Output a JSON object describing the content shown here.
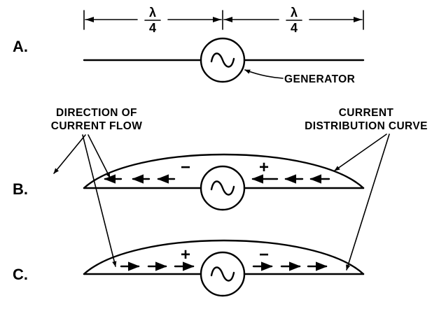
{
  "labels": {
    "part_a": "A.",
    "part_b": "B.",
    "part_c": "C.",
    "lambda_over_4_left": {
      "numerator": "λ",
      "denominator": "4"
    },
    "lambda_over_4_right": {
      "numerator": "λ",
      "denominator": "4"
    },
    "generator": "GENERATOR",
    "direction_line1": "DIRECTION OF",
    "direction_line2": "CURRENT FLOW",
    "curve_line1": "CURRENT",
    "curve_line2": "DISTRIBUTION CURVE",
    "b_minus": "−",
    "b_plus": "+",
    "c_plus": "+",
    "c_minus": "−"
  }
}
